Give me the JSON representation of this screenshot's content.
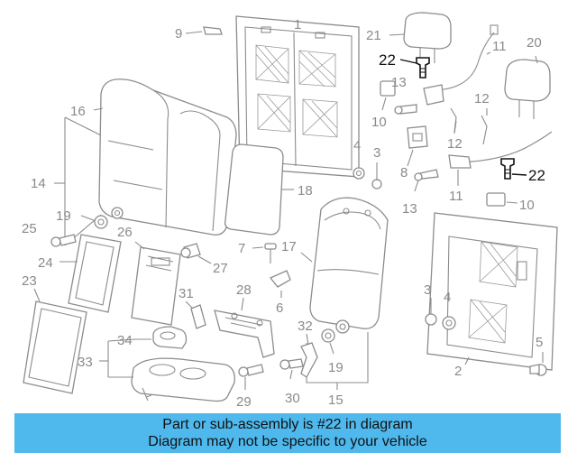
{
  "diagram": {
    "callouts": {
      "c1": "1",
      "c2": "2",
      "c3a": "3",
      "c3b": "3",
      "c4a": "4",
      "c4b": "4",
      "c5": "5",
      "c6": "6",
      "c7": "7",
      "c8": "8",
      "c9": "9",
      "c10a": "10",
      "c10b": "10",
      "c11a": "11",
      "c11b": "11",
      "c12a": "12",
      "c12b": "12",
      "c13a": "13",
      "c13b": "13",
      "c14": "14",
      "c15": "15",
      "c16": "16",
      "c17": "17",
      "c18": "18",
      "c19a": "19",
      "c19b": "19",
      "c20": "20",
      "c21": "21",
      "c22a": "22",
      "c22b": "22",
      "c23": "23",
      "c24": "24",
      "c25": "25",
      "c26": "26",
      "c27": "27",
      "c28": "28",
      "c29": "29",
      "c30": "30",
      "c31": "31",
      "c32": "32",
      "c33": "33",
      "c34": "34"
    },
    "highlight_color": "#111111",
    "part_color": "#8c8c8c"
  },
  "banner": {
    "line1": "Part or sub-assembly is #22 in diagram",
    "line2": "Diagram may not be specific to your vehicle",
    "color": "#4fb8ec"
  }
}
